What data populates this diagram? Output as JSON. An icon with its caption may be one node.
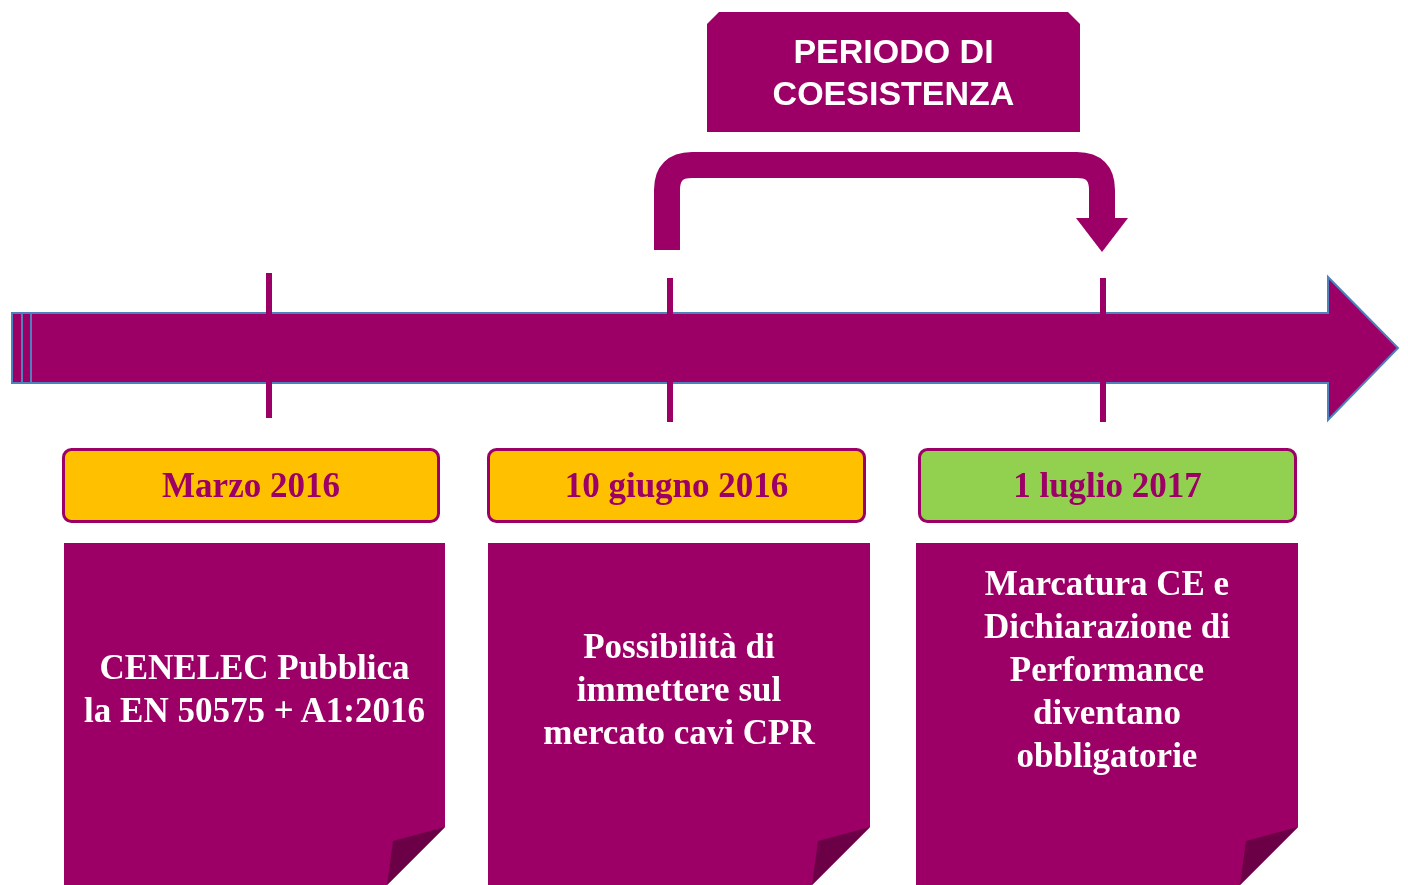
{
  "diagram": {
    "nodes": [
      {
        "text": [
          "PERIODO DI COESISTENZA"
        ]
      },
      {
        "text": [
          "Marzo 2016"
        ]
      },
      {
        "text": [
          "10 giugno 2016"
        ]
      },
      {
        "text": [
          "1 luglio 2017"
        ]
      },
      {
        "text": [
          "CENELEC Pubblica la EN 50575 + A1:2016"
        ]
      },
      {
        "text": [
          "Possibilità di immettere sul mercato cavi CPR"
        ]
      },
      {
        "text": [
          "Marcatura CE e Dichiarazione di Performance diventano obbligatorie"
        ]
      }
    ],
    "edges": []
  }
}
